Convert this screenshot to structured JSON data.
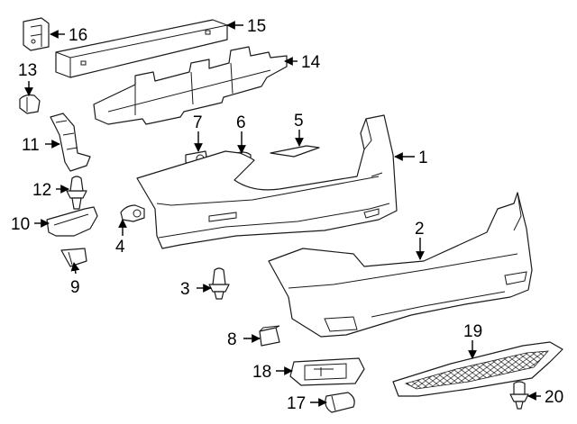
{
  "callouts": {
    "1": "1",
    "2": "2",
    "3": "3",
    "4": "4",
    "5": "5",
    "6": "6",
    "7": "7",
    "8": "8",
    "9": "9",
    "10": "10",
    "11": "11",
    "12": "12",
    "13": "13",
    "14": "14",
    "15": "15",
    "16": "16",
    "17": "17",
    "18": "18",
    "19": "19",
    "20": "20"
  }
}
